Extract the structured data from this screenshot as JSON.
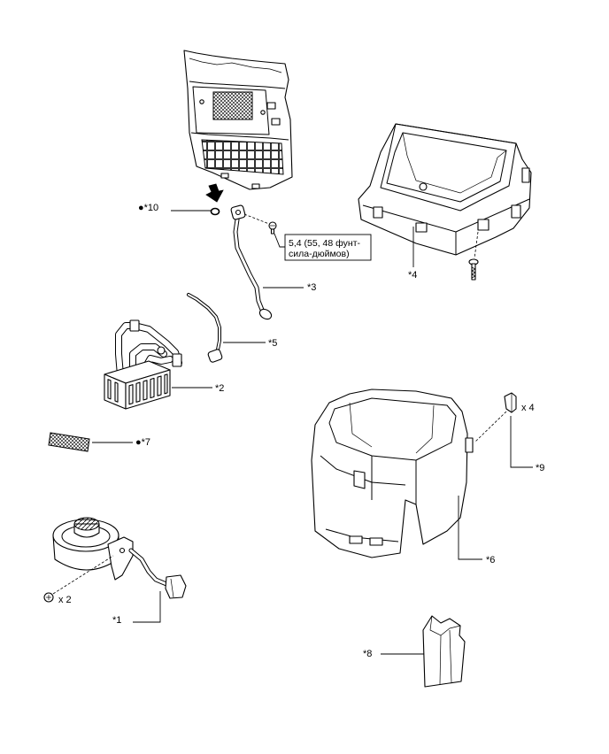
{
  "colors": {
    "line": "#000000",
    "background": "#ffffff"
  },
  "labels": {
    "part_10": "●*10",
    "part_3": "*3",
    "part_4": "*4",
    "part_5": "*5",
    "part_2": "*2",
    "part_7": "●*7",
    "part_1": "*1",
    "qty_part_1_screws": "x 2",
    "part_6": "*6",
    "qty_clips": "x 4",
    "part_9": "*9",
    "part_8": "*8"
  },
  "torque_spec": {
    "line1": "5,4 (55, 48 фунт-",
    "line2": "сила-дюймов)"
  }
}
